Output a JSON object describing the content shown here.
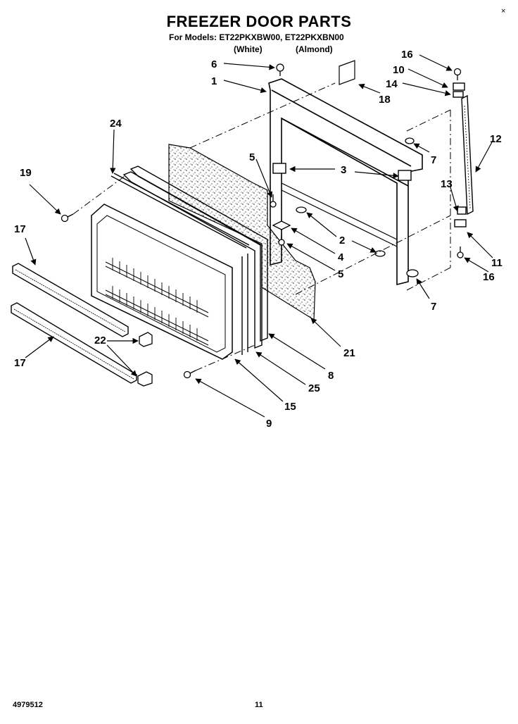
{
  "header": {
    "title": "FREEZER DOOR PARTS",
    "models_line": "For Models: ET22PKXBW00, ET22PKXBN00",
    "color_white": "(White)",
    "color_almond": "(Almond)"
  },
  "footer": {
    "part_number": "4979512",
    "page_number": "11"
  },
  "corner_mark": "×",
  "callouts": {
    "c1": "1",
    "c2": "2",
    "c3": "3",
    "c4": "4",
    "c5a": "5",
    "c5b": "5",
    "c6": "6",
    "c7a": "7",
    "c7b": "7",
    "c8": "8",
    "c9": "9",
    "c10": "10",
    "c11": "11",
    "c12": "12",
    "c13": "13",
    "c14": "14",
    "c15": "15",
    "c16a": "16",
    "c16b": "16",
    "c17a": "17",
    "c17b": "17",
    "c18": "18",
    "c19": "19",
    "c21": "21",
    "c22": "22",
    "c24": "24",
    "c25": "25"
  }
}
